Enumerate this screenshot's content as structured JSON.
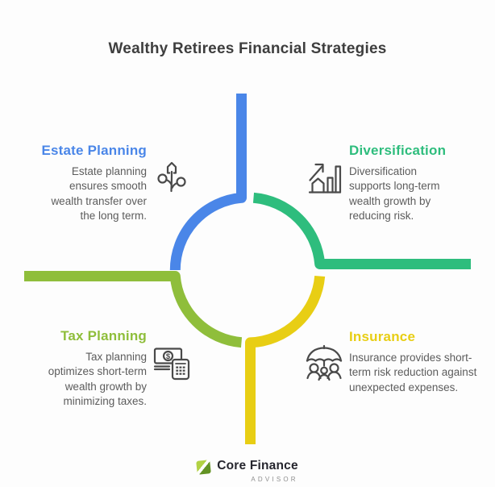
{
  "title": "Wealthy Retirees Financial Strategies",
  "quadrants": {
    "estate": {
      "heading": "Estate Planning",
      "body": "Estate planning\nensures smooth\nwealth transfer over\nthe long term.",
      "color": "#4a86e8",
      "icon": "estate-growth-icon"
    },
    "diversification": {
      "heading": "Diversification",
      "body": "Diversification\nsupports long-term\nwealth growth by\nreducing risk.",
      "color": "#2ebd7d",
      "icon": "house-bar-chart-arrow-icon"
    },
    "tax": {
      "heading": "Tax Planning",
      "body": "Tax planning\noptimizes short-term\nwealth growth by\nminimizing taxes.",
      "color": "#8fbe3b",
      "icon": "banknote-calculator-icon"
    },
    "insurance": {
      "heading": "Insurance",
      "body": "Insurance provides short-\nterm risk reduction against\nunexpected expenses.",
      "color": "#e8ce14",
      "icon": "umbrella-family-icon"
    }
  },
  "diagram": {
    "arm_colors": {
      "top": "#4a86e8",
      "right": "#2ebd7d",
      "left": "#8fbe3b",
      "bottom": "#e8ce14"
    }
  },
  "icons": {
    "dollar_symbol": "$"
  },
  "footer": {
    "brand": "Core Finance",
    "tagline": "ADVISOR"
  }
}
